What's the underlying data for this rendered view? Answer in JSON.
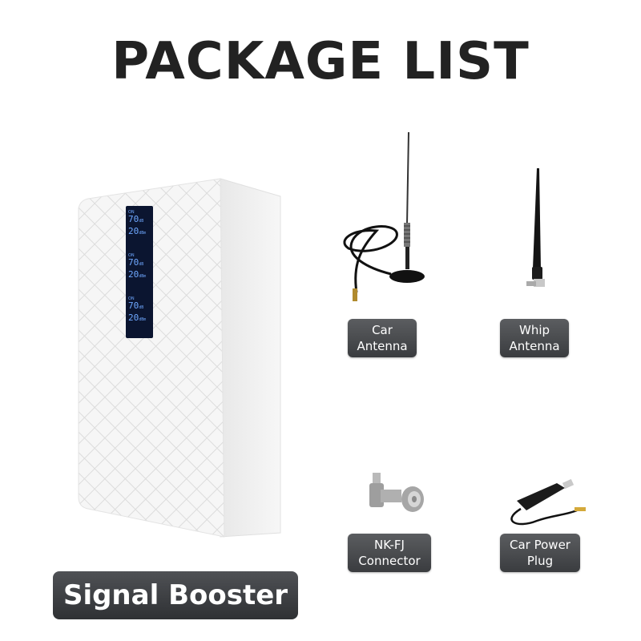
{
  "header": {
    "title": "PACKAGE LIST"
  },
  "items": [
    {
      "id": "signal-booster",
      "label_lines": [
        "Signal Booster"
      ]
    },
    {
      "id": "car-antenna",
      "label_lines": [
        "Car",
        "Antenna"
      ]
    },
    {
      "id": "whip-antenna",
      "label_lines": [
        "Whip",
        "Antenna"
      ]
    },
    {
      "id": "nk-fj-connector",
      "label_lines": [
        "NK-FJ",
        "Connector"
      ]
    },
    {
      "id": "car-power-plug",
      "label_lines": [
        "Car Power",
        "Plug"
      ]
    }
  ],
  "booster_display": {
    "rows": [
      {
        "tag": "ON",
        "gain": "70",
        "gain_unit": "dB",
        "power": "20",
        "power_unit": "dBm"
      },
      {
        "tag": "ON",
        "gain": "70",
        "gain_unit": "dB",
        "power": "20",
        "power_unit": "dBm"
      },
      {
        "tag": "ON",
        "gain": "70",
        "gain_unit": "dB",
        "power": "20",
        "power_unit": "dBm"
      }
    ]
  },
  "colors": {
    "title": "#222222",
    "label_bg": "#45474a",
    "lcd_text": "#6fa8ff",
    "lcd_bg": "#0b1530"
  }
}
